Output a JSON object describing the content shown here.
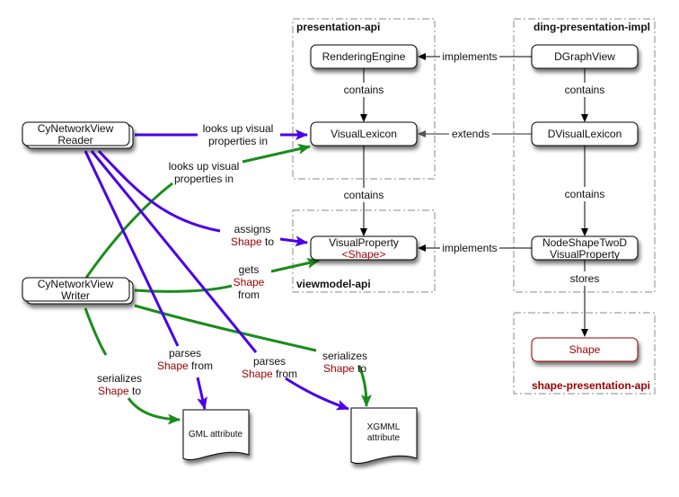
{
  "colors": {
    "reader_edge": "#4a00e8",
    "writer_edge": "#1a8c1a",
    "api_edge": "#000000",
    "shape_accent": "#990000",
    "group_border": "#8a8a8a"
  },
  "groups": {
    "presentation_api": "presentation-api",
    "ding_presentation_impl": "ding-presentation-impl",
    "viewmodel_api": "viewmodel-api",
    "shape_presentation_api": "shape-presentation-api"
  },
  "nodes": {
    "rendering_engine": "RenderingEngine",
    "visual_lexicon": "VisualLexicon",
    "visual_property_line1": "VisualProperty",
    "visual_property_line2": "<Shape>",
    "dgraph_view": "DGraphView",
    "dvisual_lexicon": "DVisualLexicon",
    "node_shape_line1": "NodeShapeTwoD",
    "node_shape_line2": "VisualProperty",
    "shape": "Shape",
    "reader_line1": "CyNetworkView",
    "reader_line2": "Reader",
    "writer_line1": "CyNetworkView",
    "writer_line2": "Writer",
    "gml_doc": "GML attribute",
    "xgmml_line1": "XGMML",
    "xgmml_line2": "attribute"
  },
  "edge_labels": {
    "implements_top": "implements",
    "contains_left_top": "contains",
    "contains_right_top": "contains",
    "extends": "extends",
    "contains_left_mid": "contains",
    "contains_right_mid": "contains",
    "implements_mid": "implements",
    "stores": "stores",
    "reader_lookup_l1": "looks up visual",
    "reader_lookup_l2": "properties in",
    "writer_lookup_l1": "looks up visual",
    "writer_lookup_l2": "properties in",
    "assigns_l1": "assigns",
    "assigns_shape": "Shape",
    "assigns_to": " to",
    "gets_l1": "gets",
    "gets_shape": "Shape",
    "gets_from": "from",
    "parses1_l1": "parses",
    "parses1_shape": "Shape",
    "parses1_from": " from",
    "parses2_l1": "parses",
    "parses2_shape": "Shape",
    "parses2_from": " from",
    "serializes1_l1": "serializes",
    "serializes1_shape": "Shape",
    "serializes1_to": " to",
    "serializes2_l1": "serializes",
    "serializes2_shape": "Shape",
    "serializes2_to": " to"
  }
}
